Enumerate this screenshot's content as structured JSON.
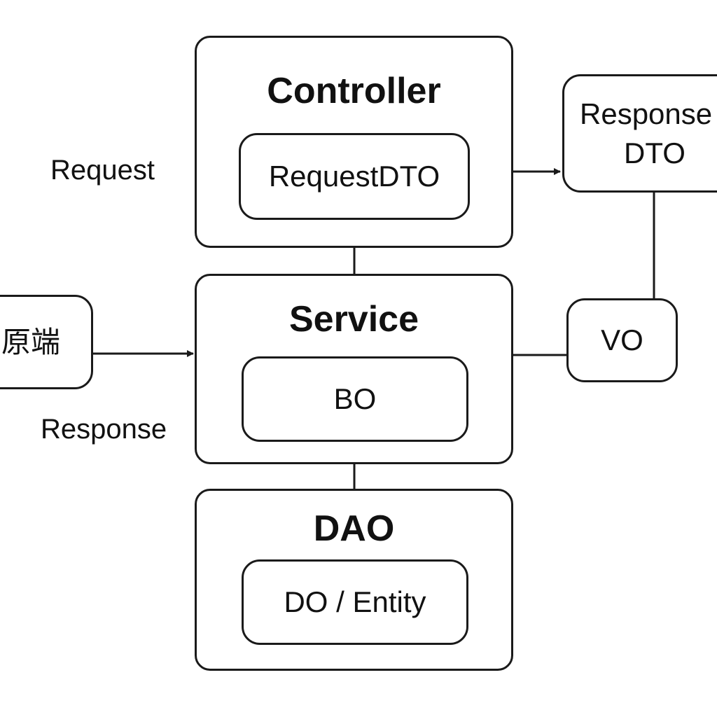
{
  "controller": {
    "title": "Controller",
    "inner": "RequestDTO"
  },
  "service": {
    "title": "Service",
    "inner": "BO"
  },
  "dao": {
    "title": "DAO",
    "inner": "DO / Entity"
  },
  "client": {
    "label": "原端"
  },
  "response_dto": {
    "line1": "Response",
    "line2": "DTO"
  },
  "vo": {
    "label": "VO"
  },
  "labels": {
    "request": "Request",
    "response": "Response"
  },
  "colors": {
    "stroke": "#1a1a1a",
    "background": "#ffffff"
  }
}
